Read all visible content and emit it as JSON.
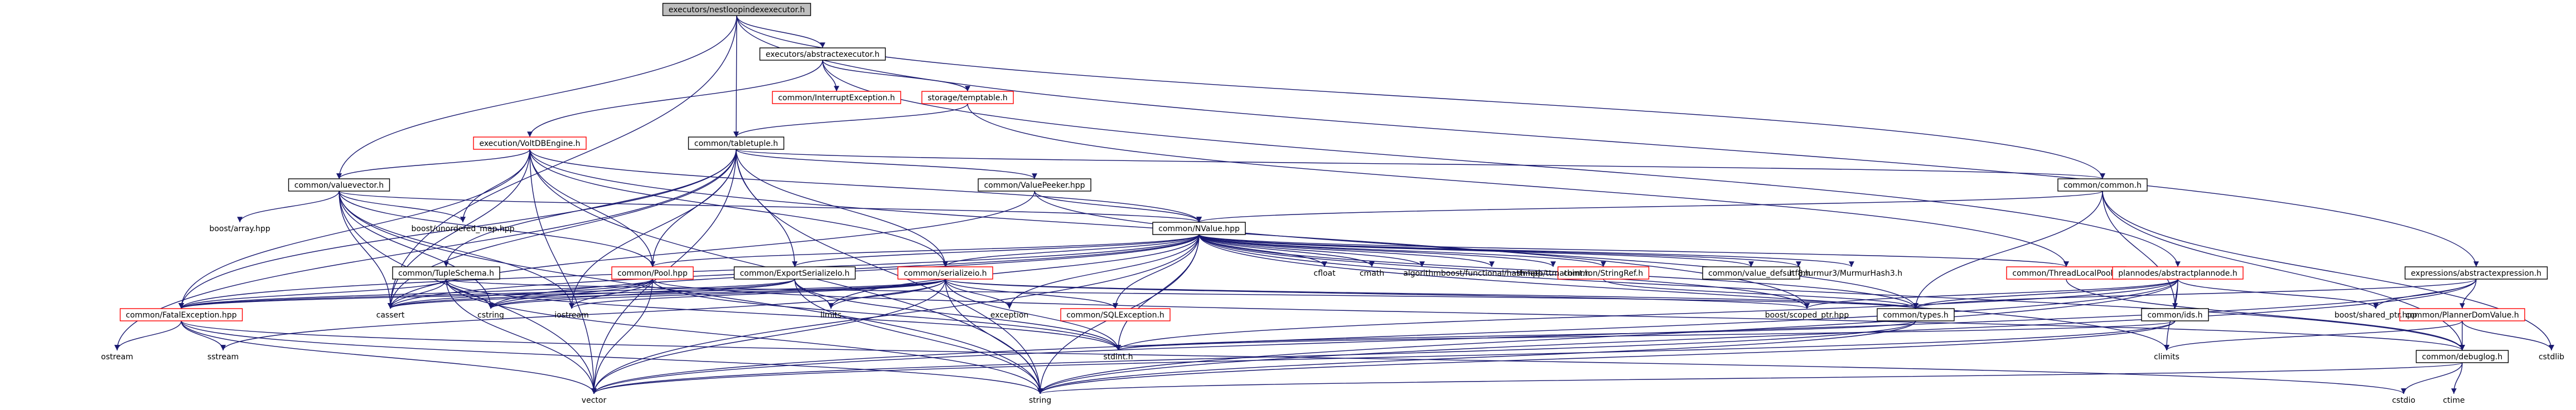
{
  "colors": {
    "edge": "#191970",
    "box_border": "#000000",
    "box_border_missing": "#ff0000",
    "box_fill": "#ffffff",
    "root_fill": "#bfbfbf"
  },
  "nodes": [
    {
      "id": "root",
      "label": "executors/nestloopindexexecutor.h",
      "kind": "root"
    },
    {
      "id": "absexec",
      "label": "executors/abstractexecutor.h",
      "kind": "box"
    },
    {
      "id": "absexpr",
      "label": "expressions/abstractexpression.h",
      "kind": "box"
    },
    {
      "id": "interrupt",
      "label": "common/InterruptException.h",
      "kind": "missing"
    },
    {
      "id": "temptable",
      "label": "storage/temptable.h",
      "kind": "missing"
    },
    {
      "id": "tabletuple",
      "label": "common/tabletuple.h",
      "kind": "box"
    },
    {
      "id": "voltdb",
      "label": "execution/VoltDBEngine.h",
      "kind": "missing"
    },
    {
      "id": "valuevector",
      "label": "common/valuevector.h",
      "kind": "box"
    },
    {
      "id": "valuepeeker",
      "label": "common/ValuePeeker.hpp",
      "kind": "box"
    },
    {
      "id": "common",
      "label": "common/common.h",
      "kind": "box"
    },
    {
      "id": "nvalue",
      "label": "common/NValue.hpp",
      "kind": "box"
    },
    {
      "id": "tupleschema",
      "label": "common/TupleSchema.h",
      "kind": "box"
    },
    {
      "id": "pool",
      "label": "common/Pool.hpp",
      "kind": "missing"
    },
    {
      "id": "exportser",
      "label": "common/ExportSerializeIo.h",
      "kind": "box"
    },
    {
      "id": "serializeio",
      "label": "common/serializeio.h",
      "kind": "missing"
    },
    {
      "id": "stringref",
      "label": "common/StringRef.h",
      "kind": "missing"
    },
    {
      "id": "valuedefs",
      "label": "common/value_defs.h",
      "kind": "box"
    },
    {
      "id": "threadlocal",
      "label": "common/ThreadLocalPool.h",
      "kind": "missing"
    },
    {
      "id": "planner",
      "label": "plannodes/abstractplannode.h",
      "kind": "missing"
    },
    {
      "id": "fatal",
      "label": "common/FatalException.hpp",
      "kind": "missing"
    },
    {
      "id": "sqlexc",
      "label": "common/SQLException.h",
      "kind": "missing"
    },
    {
      "id": "types",
      "label": "common/types.h",
      "kind": "box"
    },
    {
      "id": "ids",
      "label": "common/ids.h",
      "kind": "box"
    },
    {
      "id": "plannerdom",
      "label": "common/PlannerDomValue.h",
      "kind": "missing"
    },
    {
      "id": "debuglog",
      "label": "common/debuglog.h",
      "kind": "box"
    },
    {
      "id": "boostarray",
      "label": "boost/array.hpp",
      "kind": "plain"
    },
    {
      "id": "boostumap",
      "label": "boost/unordered_map.hpp",
      "kind": "plain"
    },
    {
      "id": "cfloat",
      "label": "cfloat",
      "kind": "plain"
    },
    {
      "id": "cmath",
      "label": "cmath",
      "kind": "plain"
    },
    {
      "id": "algorithm",
      "label": "algorithm",
      "kind": "plain"
    },
    {
      "id": "boostfunc",
      "label": "boost/functional/hash.hpp",
      "kind": "plain"
    },
    {
      "id": "ttmath",
      "label": "ttmath/ttmathint.h",
      "kind": "plain"
    },
    {
      "id": "utf8",
      "label": "utf8.h",
      "kind": "plain"
    },
    {
      "id": "murmur",
      "label": "murmur3/MurmurHash3.h",
      "kind": "plain"
    },
    {
      "id": "cstring",
      "label": "cstring",
      "kind": "plain"
    },
    {
      "id": "iostream",
      "label": "iostream",
      "kind": "plain"
    },
    {
      "id": "cassert",
      "label": "cassert",
      "kind": "plain"
    },
    {
      "id": "limits",
      "label": "limits",
      "kind": "plain"
    },
    {
      "id": "exception",
      "label": "exception",
      "kind": "plain"
    },
    {
      "id": "scopedptr",
      "label": "boost/scoped_ptr.hpp",
      "kind": "plain"
    },
    {
      "id": "sharedptr",
      "label": "boost/shared_ptr.hpp",
      "kind": "plain"
    },
    {
      "id": "ostream",
      "label": "ostream",
      "kind": "plain"
    },
    {
      "id": "sstream",
      "label": "sstream",
      "kind": "plain"
    },
    {
      "id": "vector",
      "label": "vector",
      "kind": "plain"
    },
    {
      "id": "stdint",
      "label": "stdint.h",
      "kind": "plain"
    },
    {
      "id": "climits",
      "label": "climits",
      "kind": "plain"
    },
    {
      "id": "cstdlib",
      "label": "cstdlib",
      "kind": "plain"
    },
    {
      "id": "string",
      "label": "string",
      "kind": "plain"
    },
    {
      "id": "cstdio",
      "label": "cstdio",
      "kind": "plain"
    },
    {
      "id": "ctime",
      "label": "ctime",
      "kind": "plain"
    }
  ],
  "edges": [
    [
      "root",
      "absexec"
    ],
    [
      "root",
      "absexpr"
    ],
    [
      "root",
      "tabletuple"
    ],
    [
      "root",
      "valuevector"
    ],
    [
      "root",
      "common"
    ],
    [
      "root",
      "cassert"
    ],
    [
      "absexec",
      "interrupt"
    ],
    [
      "absexec",
      "temptable"
    ],
    [
      "absexec",
      "voltdb"
    ],
    [
      "absexec",
      "planner"
    ],
    [
      "absexpr",
      "plannerdom"
    ],
    [
      "absexpr",
      "types"
    ],
    [
      "absexpr",
      "sharedptr"
    ],
    [
      "absexpr",
      "string"
    ],
    [
      "absexpr",
      "vector"
    ],
    [
      "temptable",
      "tabletuple"
    ],
    [
      "temptable",
      "threadlocal"
    ],
    [
      "tabletuple",
      "common"
    ],
    [
      "tabletuple",
      "valuepeeker"
    ],
    [
      "tabletuple",
      "tupleschema"
    ],
    [
      "tabletuple",
      "pool"
    ],
    [
      "tabletuple",
      "exportser"
    ],
    [
      "tabletuple",
      "serializeio"
    ],
    [
      "tabletuple",
      "fatal"
    ],
    [
      "tabletuple",
      "cassert"
    ],
    [
      "tabletuple",
      "iostream"
    ],
    [
      "tabletuple",
      "ostream"
    ],
    [
      "tabletuple",
      "vector"
    ],
    [
      "tabletuple",
      "string"
    ],
    [
      "voltdb",
      "valuevector"
    ],
    [
      "voltdb",
      "pool"
    ],
    [
      "voltdb",
      "serializeio"
    ],
    [
      "voltdb",
      "boostumap"
    ],
    [
      "voltdb",
      "cassert"
    ],
    [
      "voltdb",
      "string"
    ],
    [
      "voltdb",
      "vector"
    ],
    [
      "voltdb",
      "nvalue"
    ],
    [
      "voltdb",
      "fatal"
    ],
    [
      "voltdb",
      "scopedptr"
    ],
    [
      "valuevector",
      "boostarray"
    ],
    [
      "valuevector",
      "boostumap"
    ],
    [
      "valuevector",
      "nvalue"
    ],
    [
      "valuevector",
      "cassert"
    ],
    [
      "valuevector",
      "cstring"
    ],
    [
      "valuevector",
      "vector"
    ],
    [
      "valuevector",
      "string"
    ],
    [
      "valuevector",
      "pool"
    ],
    [
      "valuevector",
      "iostream"
    ],
    [
      "valuepeeker",
      "nvalue"
    ],
    [
      "valuepeeker",
      "types"
    ],
    [
      "valuepeeker",
      "cassert"
    ],
    [
      "common",
      "nvalue"
    ],
    [
      "common",
      "types"
    ],
    [
      "common",
      "ids"
    ],
    [
      "common",
      "debuglog"
    ],
    [
      "common",
      "cstdlib"
    ],
    [
      "nvalue",
      "cfloat"
    ],
    [
      "nvalue",
      "cmath"
    ],
    [
      "nvalue",
      "algorithm"
    ],
    [
      "nvalue",
      "boostfunc"
    ],
    [
      "nvalue",
      "ttmath"
    ],
    [
      "nvalue",
      "stringref"
    ],
    [
      "nvalue",
      "valuedefs"
    ],
    [
      "nvalue",
      "utf8"
    ],
    [
      "nvalue",
      "murmur"
    ],
    [
      "nvalue",
      "threadlocal"
    ],
    [
      "nvalue",
      "pool"
    ],
    [
      "nvalue",
      "exportser"
    ],
    [
      "nvalue",
      "serializeio"
    ],
    [
      "nvalue",
      "sqlexc"
    ],
    [
      "nvalue",
      "types"
    ],
    [
      "nvalue",
      "fatal"
    ],
    [
      "nvalue",
      "debuglog"
    ],
    [
      "nvalue",
      "cassert"
    ],
    [
      "nvalue",
      "cstring"
    ],
    [
      "nvalue",
      "limits"
    ],
    [
      "nvalue",
      "exception"
    ],
    [
      "nvalue",
      "climits"
    ],
    [
      "nvalue",
      "stdint"
    ],
    [
      "nvalue",
      "string"
    ],
    [
      "nvalue",
      "vector"
    ],
    [
      "nvalue",
      "scopedptr"
    ],
    [
      "tupleschema",
      "fatal"
    ],
    [
      "tupleschema",
      "types"
    ],
    [
      "tupleschema",
      "cassert"
    ],
    [
      "tupleschema",
      "cstring"
    ],
    [
      "tupleschema",
      "stdint"
    ],
    [
      "tupleschema",
      "string"
    ],
    [
      "tupleschema",
      "vector"
    ],
    [
      "pool",
      "fatal"
    ],
    [
      "pool",
      "cassert"
    ],
    [
      "pool",
      "cstring"
    ],
    [
      "pool",
      "stdint"
    ],
    [
      "pool",
      "vector"
    ],
    [
      "pool",
      "iostream"
    ],
    [
      "pool",
      "debuglog"
    ],
    [
      "exportser",
      "fatal"
    ],
    [
      "exportser",
      "limits"
    ],
    [
      "exportser",
      "cassert"
    ],
    [
      "exportser",
      "cstring"
    ],
    [
      "exportser",
      "string"
    ],
    [
      "exportser",
      "stdint"
    ],
    [
      "serializeio",
      "sqlexc"
    ],
    [
      "serializeio",
      "types"
    ],
    [
      "serializeio",
      "fatal"
    ],
    [
      "serializeio",
      "limits"
    ],
    [
      "serializeio",
      "cassert"
    ],
    [
      "serializeio",
      "cstring"
    ],
    [
      "serializeio",
      "exception"
    ],
    [
      "serializeio",
      "iostream"
    ],
    [
      "serializeio",
      "vector"
    ],
    [
      "serializeio",
      "stdint"
    ],
    [
      "serializeio",
      "string"
    ],
    [
      "serializeio",
      "scopedptr"
    ],
    [
      "serializeio",
      "sstream"
    ],
    [
      "stringref",
      "types"
    ],
    [
      "threadlocal",
      "debuglog"
    ],
    [
      "planner",
      "types"
    ],
    [
      "planner",
      "ids"
    ],
    [
      "planner",
      "scopedptr"
    ],
    [
      "planner",
      "sharedptr"
    ],
    [
      "planner",
      "string"
    ],
    [
      "planner",
      "vector"
    ],
    [
      "planner",
      "stdint"
    ],
    [
      "planner",
      "climits"
    ],
    [
      "fatal",
      "string"
    ],
    [
      "fatal",
      "vector"
    ],
    [
      "fatal",
      "ostream"
    ],
    [
      "fatal",
      "sstream"
    ],
    [
      "fatal",
      "cstdio"
    ],
    [
      "types",
      "stdint"
    ],
    [
      "types",
      "string"
    ],
    [
      "types",
      "vector"
    ],
    [
      "ids",
      "stdint"
    ],
    [
      "ids",
      "string"
    ],
    [
      "ids",
      "vector"
    ],
    [
      "plannerdom",
      "climits"
    ],
    [
      "plannerdom",
      "cstdlib"
    ],
    [
      "plannerdom",
      "debuglog"
    ],
    [
      "debuglog",
      "cstdio"
    ],
    [
      "debuglog",
      "ctime"
    ],
    [
      "debuglog",
      "string"
    ]
  ]
}
